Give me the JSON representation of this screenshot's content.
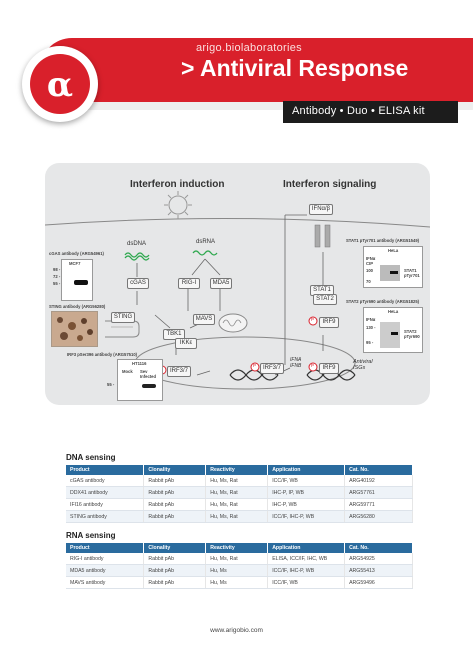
{
  "header": {
    "company": "arigo.biolaboratories",
    "title": "> Antiviral Response",
    "subtitle": "Antibody • Duo • ELISA kit"
  },
  "diagram": {
    "heading_left": "Interferon induction",
    "heading_right": "Interferon signaling",
    "nodes": {
      "dsdna": "dsDNA",
      "dsrna": "dsRNA",
      "cgas": "cGAS",
      "rigi": "RIG-I",
      "mda5": "MDA5",
      "sting": "STING",
      "mavs": "MAVS",
      "tbk1": "TBK1",
      "ikke": "IKKε",
      "irf37_a": "IRF3/7",
      "irf37_b": "IRF3/7",
      "ifn_ab": "IFNα/β",
      "stat1": "STAT1",
      "stat2": "STAT2",
      "irf9_a": "IRF9",
      "irf9_b": "IRF9",
      "ifna_ifnb": "IFNA\nIFNB",
      "antiviral_isgs": "Antiviral\nISGs",
      "p": "P"
    },
    "insets": {
      "cgas_title": "cGAS antibody (ARG54961)",
      "cgas_cell": "MCF7",
      "cgas_marks": [
        "98 -",
        "72 -",
        "55 -"
      ],
      "sting_title": "STING antibody (ARG56280)",
      "irf3_title": "IRF3 pSer396 antibody (ARG57510)",
      "irf3_cell": "HT1116",
      "irf3_cols": [
        "Mock",
        "Sev Infected"
      ],
      "irf3_mark": "55 -",
      "stat1_title": "STAT1 pTyr701 antibody (ARG51549)",
      "stat1_cell": "HeLa",
      "stat1_rows": [
        "IFNα",
        "CIP"
      ],
      "stat1_marks": [
        "100",
        "70"
      ],
      "stat1_band": "STAT1 pTyr701",
      "stat2_title": "STAT2 pTyr690 antibody (ARG51825)",
      "stat2_cell": "HeLa",
      "stat2_row": "IFNα",
      "stat2_marks": [
        "130 -",
        "95 -"
      ],
      "stat2_band": "STAT2 pTyr690"
    }
  },
  "dna_sensing": {
    "title": "DNA sensing",
    "columns": [
      "Product",
      "Clonality",
      "Reactivity",
      "Application",
      "Cat. No."
    ],
    "rows": [
      [
        "cGAS antibody",
        "Rabbit pAb",
        "Hu, Ms, Rat",
        "ICC/IF, WB",
        "ARG40192"
      ],
      [
        "DDX41 antibody",
        "Rabbit pAb",
        "Hu, Ms, Rat",
        "IHC-P, IP, WB",
        "ARG57761"
      ],
      [
        "IFI16 antibody",
        "Rabbit pAb",
        "Hu, Ms, Rat",
        "IHC-P, WB",
        "ARG59771"
      ],
      [
        "STING antibody",
        "Rabbit pAb",
        "Hu, Ms, Rat",
        "ICC/IF, IHC-P, WB",
        "ARG56280"
      ]
    ]
  },
  "rna_sensing": {
    "title": "RNA sensing",
    "columns": [
      "Product",
      "Clonality",
      "Reactivity",
      "Application",
      "Cat. No."
    ],
    "rows": [
      [
        "RIG-I antibody",
        "Rabbit pAb",
        "Hu, Ms, Rat",
        "ELISA, ICC/IF, IHC, WB",
        "ARG54925"
      ],
      [
        "MDA5 antibody",
        "Rabbit pAb",
        "Hu, Ms",
        "ICC/IF, IHC-P, WB",
        "ARG55413"
      ],
      [
        "MAVS antibody",
        "Rabbit pAb",
        "Hu, Ms",
        "ICC/IF, WB",
        "ARG59496"
      ]
    ]
  },
  "footer": {
    "url": "www.arigobio.com"
  },
  "colors": {
    "brand_red": "#d9202b",
    "table_header": "#2a6b9e",
    "panel": "#e6e7e8"
  }
}
